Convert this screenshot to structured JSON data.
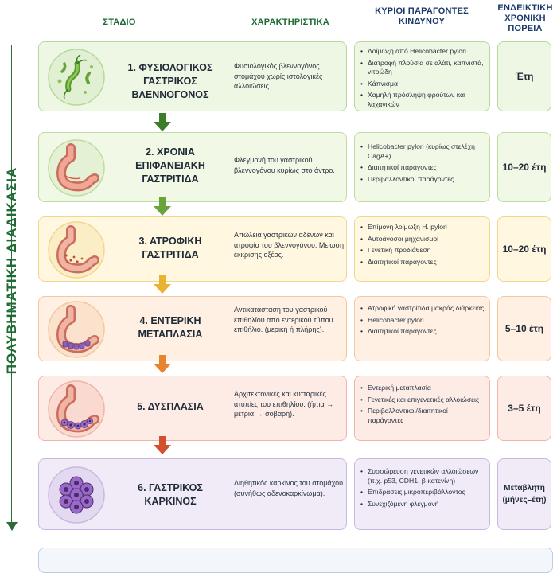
{
  "headers": {
    "stage": "ΣΤΑΔΙΟ",
    "characteristics": "ΧΑΡΑΚΤΗΡΙΣΤΙΚΑ",
    "risk_factors": "ΚΥΡΙΟΙ ΠΑΡΑΓΟΝΤΕΣ ΚΙΝΔΥΝΟΥ",
    "course": "ΕΝΔΕΙΚΤΙΚΗ ΧΡΟΝΙΚΗ ΠΟΡΕΙΑ"
  },
  "side_label": "ΠΟΛΥΒΗΜΑΤΙΚΗ ΔΙΑΔΙΚΑΣΙΑ",
  "stages": [
    {
      "title": "1. ΦΥΣΙΟΛΟΓΙΚΟΣ ΓΑΣΤΡΙΚΟΣ ΒΛΕΝΝΟΓΟΝΟΣ",
      "description": "Φυσιολογικός βλεννογόνος στομάχου χωρίς ιστολογικές αλλοιώσεις.",
      "risk_factors": [
        "Λοίμωξη από Helicobacter pylori",
        "Διατροφή πλούσια σε αλάτι, καπνιστά, νιτρώδη",
        "Κάπνισμα",
        "Χαμηλή πρόσληψη φρούτων και λαχανικών"
      ],
      "course": "Έτη",
      "colors": {
        "bg": "#eef7e4",
        "border": "#b5d99a",
        "arrow": "#3b7d2a",
        "icon_bg": "#e1f0d2"
      },
      "icon": "bacteria-icon"
    },
    {
      "title": "2. ΧΡΟΝΙΑ ΕΠΙΦΑΝΕΙΑΚΗ ΓΑΣΤΡΙΤΙΔΑ",
      "description": "Φλεγμονή του γαστρικού βλεννογόνου κυρίως στο άντρο.",
      "risk_factors": [
        "Helicobacter pylori (κυρίως στελέχη CagA+)",
        "Διαιτητικοί παράγοντες",
        "Περιβαλλοντικοί παράγοντες"
      ],
      "course": "10–20 έτη",
      "colors": {
        "bg": "#f1f8e6",
        "border": "#bcdca0",
        "arrow": "#6aa33a",
        "icon_bg": "#e4f1d4"
      },
      "icon": "stomach-icon"
    },
    {
      "title": "3. ΑΤΡΟΦΙΚΗ ΓΑΣΤΡΙΤΙΔΑ",
      "description": "Απώλεια γαστρικών αδένων και ατροφία του βλεννογόνου. Μείωση έκκρισης οξέος.",
      "risk_factors": [
        "Επίμονη λοίμωξη H. pylori",
        "Αυτοάνοσοι μηχανισμοί",
        "Γενετική προδιάθεση",
        "Διαιτητικοί παράγοντες"
      ],
      "course": "10–20 έτη",
      "colors": {
        "bg": "#fff7df",
        "border": "#f2d68e",
        "arrow": "#e9b230",
        "icon_bg": "#fbedc6"
      },
      "icon": "atrophic-stomach-icon"
    },
    {
      "title": "4. ΕΝΤΕΡΙΚΗ ΜΕΤΑΠΛΑΣΙΑ",
      "description": "Αντικατάσταση του γαστρικού επιθηλίου από εντερικού τύπου επιθήλιο. (μερική ή πλήρης).",
      "risk_factors": [
        "Ατροφική γαστρίτιδα μακράς διάρκειας",
        "Helicobacter pylori",
        "Διαιτητικοί παράγοντες"
      ],
      "course": "5–10 έτη",
      "colors": {
        "bg": "#fff0e3",
        "border": "#f4c79c",
        "arrow": "#e8842e",
        "icon_bg": "#fbe2cc"
      },
      "icon": "metaplasia-stomach-icon"
    },
    {
      "title": "5. ΔΥΣΠΛΑΣΙΑ",
      "description": "Αρχιτεκτονικές και κυτταρικές ατυπίες του επιθηλίου. (ήπια → μέτρια → σοβαρή).",
      "risk_factors": [
        "Εντερική μεταπλασία",
        "Γενετικές και επιγενετικές αλλοιώσεις",
        "Περιβαλλοντικοί/διαιτητικοί παράγοντες"
      ],
      "course": "3–5 έτη",
      "colors": {
        "bg": "#fdebe6",
        "border": "#f0b5a6",
        "arrow": "#d2502f",
        "icon_bg": "#f9d9d0"
      },
      "icon": "dysplasia-stomach-icon"
    },
    {
      "title": "6. ΓΑΣΤΡΙΚΟΣ ΚΑΡΚΙΝΟΣ",
      "description": "Διηθητικός καρκίνος του στομάχου (συνήθως αδενοκαρκίνωμα).",
      "risk_factors": [
        "Συσσώρευση γενετικών αλλοιώσεων (π.χ. p53, CDH1, β-κατενίνη)",
        "Επιδράσεις μικροπεριβάλλοντος",
        "Συνεχιζόμενη φλεγμονή"
      ],
      "course": "Μεταβλητή (μήνες–έτη)",
      "colors": {
        "bg": "#f0ebf7",
        "border": "#c9b8e2",
        "arrow": "#7a5aa8",
        "icon_bg": "#e3d9f1"
      },
      "icon": "cancer-cells-icon"
    }
  ]
}
